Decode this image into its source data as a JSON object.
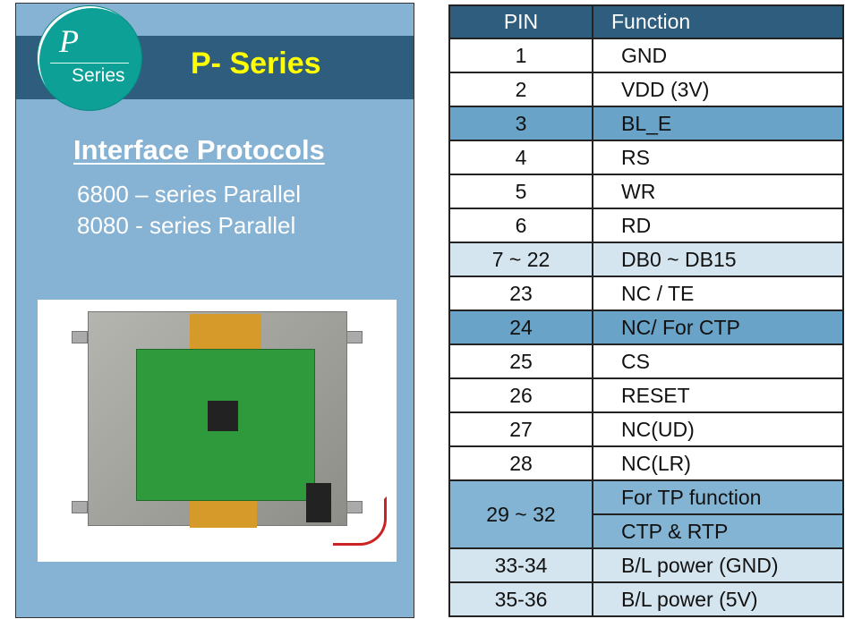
{
  "left_panel": {
    "logo": {
      "letter": "P",
      "word": "Series"
    },
    "title": "P- Series",
    "interface_title": "Interface Protocols",
    "protocols": [
      "6800 – series Parallel",
      "8080 -  series Parallel"
    ]
  },
  "table": {
    "headers": {
      "pin": "PIN",
      "function": "Function"
    },
    "rows": [
      {
        "pin": "1",
        "function": "GND",
        "style": "white"
      },
      {
        "pin": "2",
        "function": "VDD (3V)",
        "style": "white"
      },
      {
        "pin": "3",
        "function": "BL_E",
        "style": "highlight"
      },
      {
        "pin": "4",
        "function": "RS",
        "style": "white"
      },
      {
        "pin": "5",
        "function": "WR",
        "style": "white"
      },
      {
        "pin": "6",
        "function": "RD",
        "style": "white"
      },
      {
        "pin": "7 ~ 22",
        "function": "DB0 ~ DB15",
        "style": "light"
      },
      {
        "pin": "23",
        "function": "NC / TE",
        "style": "white"
      },
      {
        "pin": "24",
        "function": "NC/ For CTP",
        "style": "highlight"
      },
      {
        "pin": "25",
        "function": "CS",
        "style": "white"
      },
      {
        "pin": "26",
        "function": "RESET",
        "style": "white"
      },
      {
        "pin": "27",
        "function": "NC(UD)",
        "style": "white"
      },
      {
        "pin": "28",
        "function": "NC(LR)",
        "style": "white"
      },
      {
        "pin": "29 ~ 32",
        "function": [
          "For TP function",
          "CTP & RTP"
        ],
        "style": "medium"
      },
      {
        "pin": "33-34",
        "function": "B/L power (GND)",
        "style": "light"
      },
      {
        "pin": "35-36",
        "function": "B/L power (5V)",
        "style": "light"
      }
    ]
  },
  "colors": {
    "white": "#ffffff",
    "highlight": "#6aa3c8",
    "light": "#d5e5f0",
    "medium": "#84b4d4",
    "header": "#2e5d7e",
    "title": "#ffff00"
  }
}
